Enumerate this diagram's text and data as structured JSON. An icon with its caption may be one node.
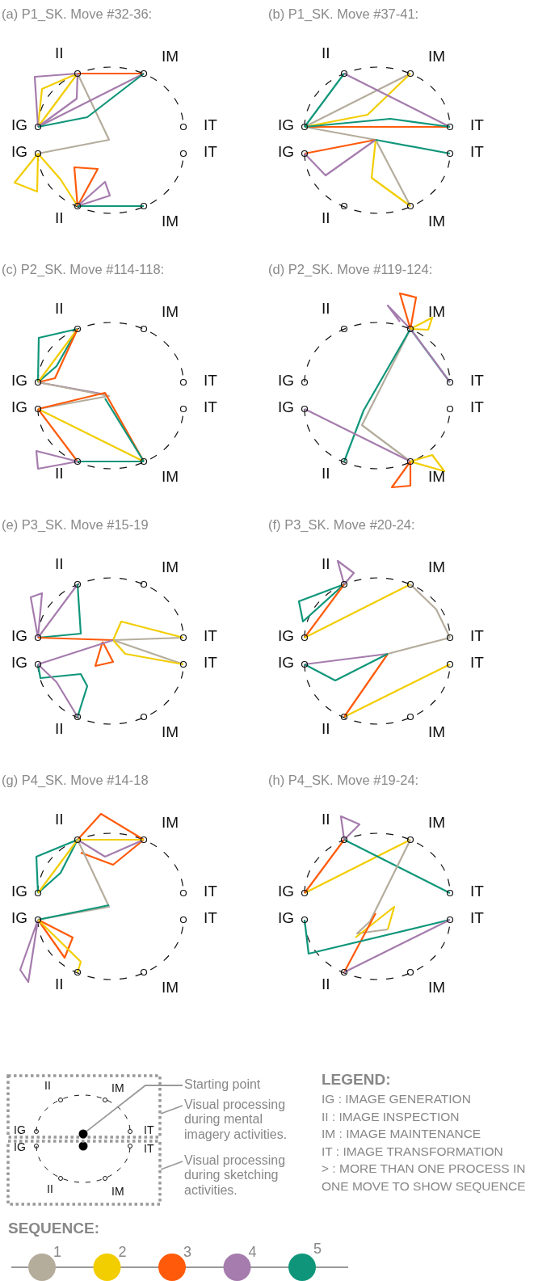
{
  "diagram": {
    "nodes": [
      {
        "text": [
          "Starting point"
        ]
      },
      {
        "text": [],
        "shape": "box"
      },
      {
        "text": [],
        "shape": "circle",
        "in": 1
      },
      {
        "text": [
          "Visual processing during mental imagery activities."
        ]
      },
      {
        "text": [],
        "shape": "box"
      },
      {
        "text": [
          "Visual processing during sketching activities."
        ]
      }
    ],
    "edges": [
      {
        "from": 0,
        "to": 2,
        "arrow": "none"
      },
      {
        "from": 3,
        "to": 1,
        "arrow": "none"
      },
      {
        "from": 5,
        "to": 4,
        "arrow": "none"
      }
    ],
    "labels": [
      "(a) P1_SK. Move #32-36:",
      "II",
      "IM",
      "IG",
      "IT",
      "IG",
      "IT",
      "II",
      "IM",
      "(b) P1_SK. Move #37-41:",
      "II",
      "IM",
      "IG",
      "IT",
      "IG",
      "IT",
      "II",
      "IM",
      "(c) P2_SK. Move #114-118:",
      "II",
      "IM",
      "IG",
      "IT",
      "IG",
      "IT",
      "II",
      "IM",
      "(d) P2_SK. Move #119-124:",
      "II",
      "IM",
      "IG",
      "IT",
      "IG",
      "IT",
      "II",
      "IM",
      "(e) P3_SK. Move #15-19",
      "II",
      "IM",
      "IG",
      "IT",
      "IG",
      "IT",
      "II",
      "IM",
      "(f) P3_SK. Move #20-24:",
      "II",
      "IM",
      "IG",
      "IT",
      "IG",
      "IT",
      "II",
      "IM",
      "(g) P4_SK. Move #14-18",
      "II",
      "IM",
      "IG",
      "IT",
      "IG",
      "IT",
      "II",
      "IM",
      "(h) P4_SK. Move #19-24:",
      "II",
      "IM",
      "IG",
      "IT",
      "IG",
      "IT",
      "II",
      "IM",
      "II",
      "IM",
      "IG",
      "IT",
      "IG",
      "IT",
      "II",
      "IM",
      "LEGEND:",
      "IG : IMAGE GENERATION",
      "II : IMAGE INSPECTION",
      "IM : IMAGE MAINTENANCE",
      "IT : IMAGE TRANSFORMATION",
      "> : MORE THAN ONE PROCESS IN ONE MOVE TO SHOW SEQUENCE",
      "SEQUENCE:"
    ],
    "legend": [
      {
        "text": "1",
        "color": "#b5ad9c"
      },
      {
        "text": "2",
        "color": "#f2cd00"
      },
      {
        "text": "3",
        "color": "#ff5a0a"
      },
      {
        "text": "4",
        "color": "#a57cad"
      },
      {
        "text": "5",
        "color": "#0f967a"
      }
    ]
  }
}
